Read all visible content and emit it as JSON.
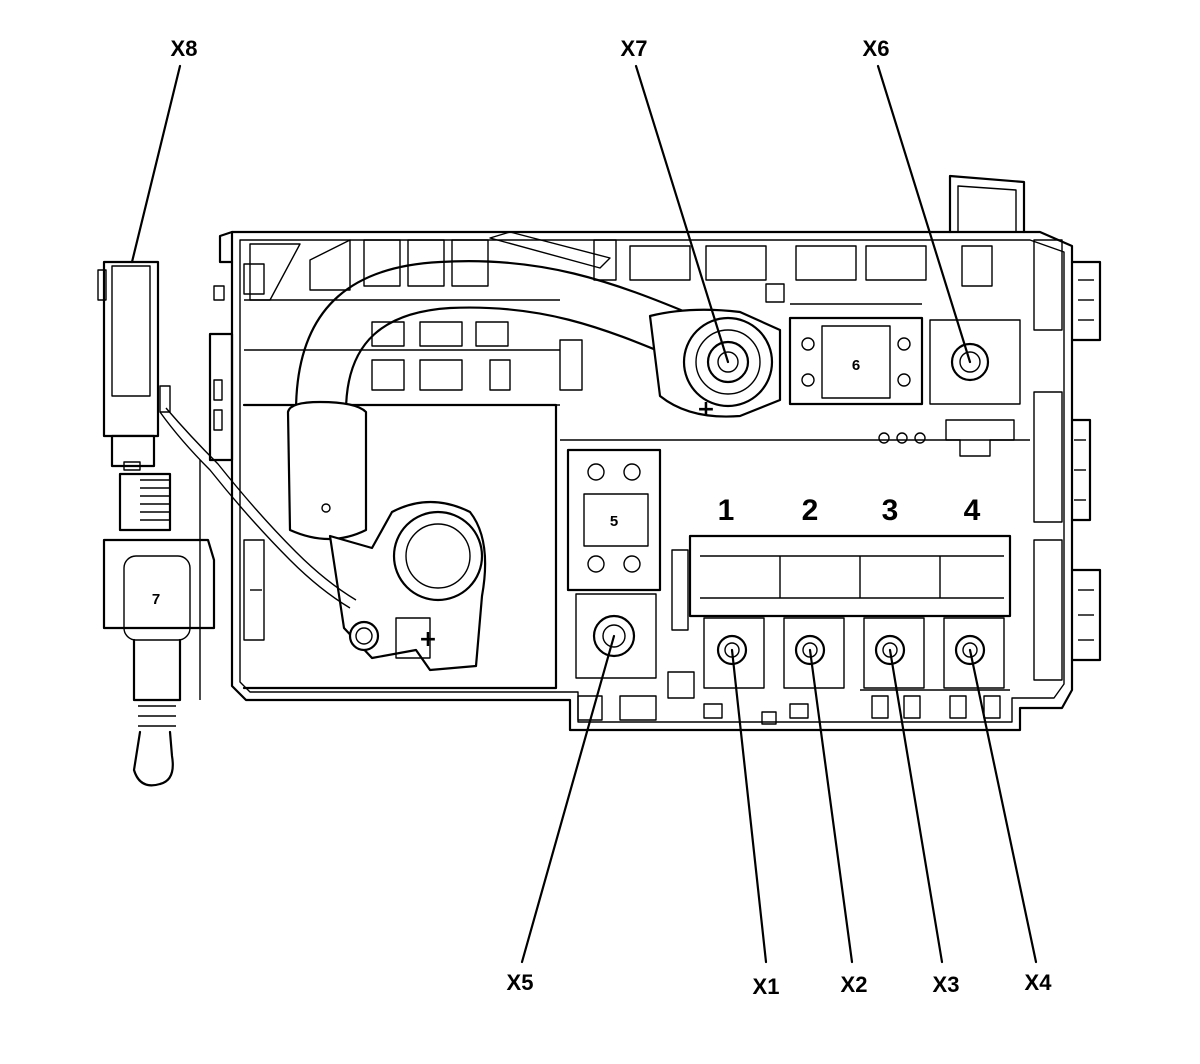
{
  "callouts": {
    "x8": "X8",
    "x7": "X7",
    "x6": "X6",
    "x5": "X5",
    "x1": "X1",
    "x2": "X2",
    "x3": "X3",
    "x4": "X4"
  },
  "fuse_numbers": {
    "f1": "1",
    "f2": "2",
    "f3": "3",
    "f4": "4"
  },
  "component_labels": {
    "c5": "5",
    "c6": "6",
    "c7": "7"
  },
  "polarity": {
    "plus_x7": "+",
    "plus_clamp": "+"
  }
}
